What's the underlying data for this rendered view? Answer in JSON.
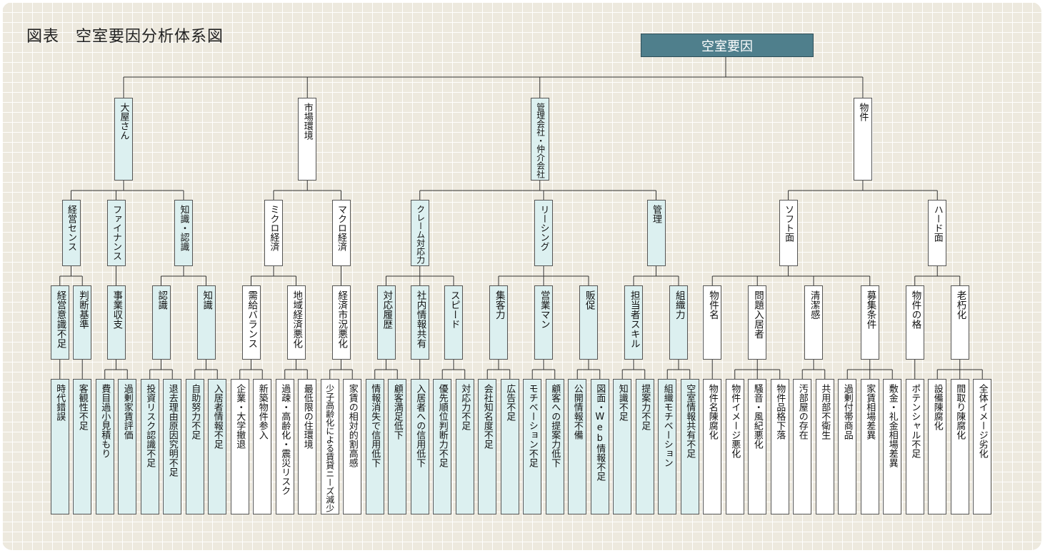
{
  "title": "図表　空室要因分析体系図",
  "root": "空室要因",
  "tree": [
    {
      "label": "大屋さん",
      "style": "teal",
      "children": [
        {
          "label": "経営センス",
          "style": "teal",
          "children": [
            {
              "label": "経営意識不足",
              "style": "teal",
              "children": [
                {
                  "label": "時代錯誤",
                  "style": "teal"
                }
              ]
            },
            {
              "label": "判断基準",
              "style": "teal",
              "children": [
                {
                  "label": "客観性不足",
                  "style": "teal"
                }
              ]
            }
          ]
        },
        {
          "label": "ファイナンス",
          "style": "teal",
          "children": [
            {
              "label": "事業収支",
              "style": "teal",
              "children": [
                {
                  "label": "費目過小見積もり",
                  "style": "teal"
                },
                {
                  "label": "過剰家賃評価",
                  "style": "teal"
                }
              ]
            }
          ]
        },
        {
          "label": "知識・認識",
          "style": "teal",
          "children": [
            {
              "label": "認識",
              "style": "teal",
              "children": [
                {
                  "label": "投資リスク認識不足",
                  "style": "teal"
                },
                {
                  "label": "退去理由原因究明不足",
                  "style": "teal"
                }
              ]
            },
            {
              "label": "知識",
              "style": "teal",
              "children": [
                {
                  "label": "自助努力不足",
                  "style": "teal"
                },
                {
                  "label": "入居者情報不足",
                  "style": "teal"
                }
              ]
            }
          ]
        }
      ]
    },
    {
      "label": "市場環境",
      "style": "white",
      "children": [
        {
          "label": "ミクロ経済",
          "style": "white",
          "children": [
            {
              "label": "需給バランス",
              "style": "white",
              "children": [
                {
                  "label": "企業・大学撤退",
                  "style": "white"
                },
                {
                  "label": "新築物件参入",
                  "style": "white"
                }
              ]
            },
            {
              "label": "地域経済悪化",
              "style": "white",
              "children": [
                {
                  "label": "過疎・高齢化・震災リスク",
                  "style": "white"
                },
                {
                  "label": "最低限の住環境",
                  "style": "white"
                }
              ]
            }
          ]
        },
        {
          "label": "マクロ経済",
          "style": "white",
          "children": [
            {
              "label": "経済市況悪化",
              "style": "white",
              "children": [
                {
                  "label": "少子高齢化による賃貸ニーズ減少",
                  "style": "white"
                },
                {
                  "label": "家賃の相対的割高感",
                  "style": "white"
                }
              ]
            }
          ]
        }
      ]
    },
    {
      "label": "管理会社・仲介会社",
      "style": "teal",
      "children": [
        {
          "label": "クレーム対応力",
          "style": "teal",
          "children": [
            {
              "label": "対応履歴",
              "style": "teal",
              "children": [
                {
                  "label": "情報消失で信用低下",
                  "style": "teal"
                },
                {
                  "label": "顧客満足低下",
                  "style": "teal"
                }
              ]
            },
            {
              "label": "社内情報共有",
              "style": "teal",
              "children": [
                {
                  "label": "入居者への信用低下",
                  "style": "teal"
                }
              ]
            },
            {
              "label": "スピード",
              "style": "teal",
              "children": [
                {
                  "label": "優先順位判断力不足",
                  "style": "teal"
                },
                {
                  "label": "対応力不足",
                  "style": "teal"
                }
              ]
            }
          ]
        },
        {
          "label": "リーシング",
          "style": "teal",
          "children": [
            {
              "label": "集客力",
              "style": "teal",
              "children": [
                {
                  "label": "会社知名度不足",
                  "style": "teal"
                },
                {
                  "label": "広告不足",
                  "style": "teal"
                }
              ]
            },
            {
              "label": "営業マン",
              "style": "teal",
              "children": [
                {
                  "label": "モチベーション不足",
                  "style": "teal"
                },
                {
                  "label": "顧客への提案力低下",
                  "style": "teal"
                }
              ]
            },
            {
              "label": "販促",
              "style": "teal",
              "children": [
                {
                  "label": "公開情報不備",
                  "style": "teal"
                },
                {
                  "label": "図面・Web情報不足",
                  "style": "teal"
                }
              ]
            }
          ]
        },
        {
          "label": "管理",
          "style": "teal",
          "children": [
            {
              "label": "担当者スキル",
              "style": "teal",
              "children": [
                {
                  "label": "知識不足",
                  "style": "teal"
                },
                {
                  "label": "提案力不足",
                  "style": "teal"
                }
              ]
            },
            {
              "label": "組織力",
              "style": "teal",
              "children": [
                {
                  "label": "組織モチベーション",
                  "style": "teal"
                },
                {
                  "label": "空室情報共有不足",
                  "style": "teal"
                }
              ]
            }
          ]
        }
      ]
    },
    {
      "label": "物件",
      "style": "white",
      "children": [
        {
          "label": "ソフト面",
          "style": "white",
          "children": [
            {
              "label": "物件名",
              "style": "white",
              "children": [
                {
                  "label": "物件名陳腐化",
                  "style": "white"
                }
              ]
            },
            {
              "label": "問題入居者",
              "style": "white",
              "children": [
                {
                  "label": "物件イメージ悪化",
                  "style": "white"
                },
                {
                  "label": "騒音・風紀悪化",
                  "style": "white"
                },
                {
                  "label": "物件品格下落",
                  "style": "white"
                }
              ]
            },
            {
              "label": "清潔感",
              "style": "white",
              "children": [
                {
                  "label": "汚部屋の存在",
                  "style": "white"
                },
                {
                  "label": "共用部不衛生",
                  "style": "white"
                }
              ]
            },
            {
              "label": "募集条件",
              "style": "white",
              "children": [
                {
                  "label": "過剰付帯商品",
                  "style": "white"
                },
                {
                  "label": "家賃相場差異",
                  "style": "white"
                },
                {
                  "label": "敷金・礼金相場差異",
                  "style": "white"
                }
              ]
            }
          ]
        },
        {
          "label": "ハード面",
          "style": "white",
          "children": [
            {
              "label": "物件の格",
              "style": "white",
              "children": [
                {
                  "label": "ポテンシャル不足",
                  "style": "white"
                }
              ]
            },
            {
              "label": "老朽化",
              "style": "white",
              "children": [
                {
                  "label": "設備陳腐化",
                  "style": "white"
                },
                {
                  "label": "間取り陳腐化",
                  "style": "white"
                },
                {
                  "label": "全体イメージ劣化",
                  "style": "white"
                }
              ]
            }
          ]
        }
      ]
    }
  ]
}
